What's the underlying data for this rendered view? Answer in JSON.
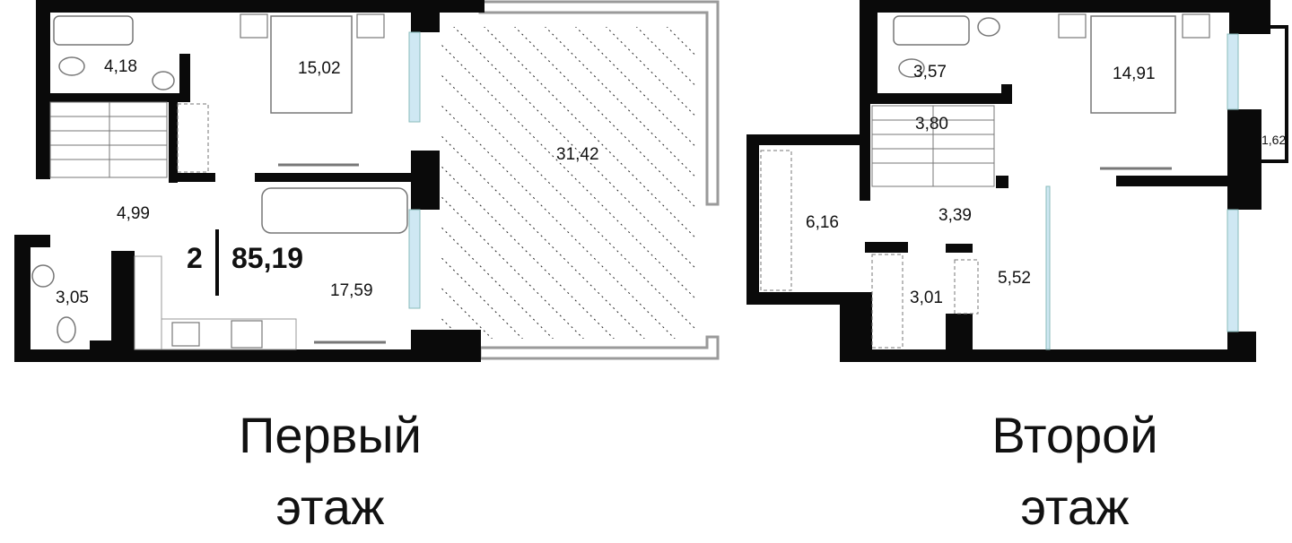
{
  "apartment": {
    "rooms": "2",
    "total_area": "85,19"
  },
  "floors": [
    {
      "caption": [
        "Первый",
        "этаж"
      ],
      "rooms": [
        "4,18",
        "15,02",
        "31,42",
        "4,99",
        "3,05",
        "17,59"
      ]
    },
    {
      "caption": [
        "Второй",
        "этаж"
      ],
      "rooms": [
        "3,57",
        "14,91",
        "3,80",
        "1,62",
        "6,16",
        "3,39",
        "3,01",
        "5,52"
      ]
    }
  ],
  "colors": {
    "wall": "#0a0a0a",
    "window": "#cfe8f3",
    "terrace_outline": "#9a9a9a",
    "text": "#111111"
  }
}
